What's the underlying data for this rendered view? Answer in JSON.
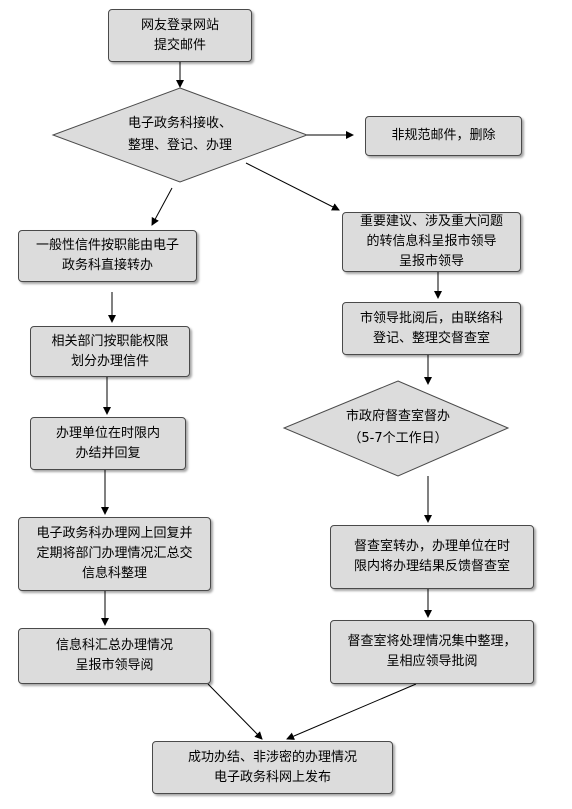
{
  "nodes": {
    "start": [
      "网友登录网站",
      "提交邮件"
    ],
    "receive": [
      "电子政务科接收、",
      "整理、登记、办理"
    ],
    "reject": [
      "非规范邮件，删除"
    ],
    "general": [
      "一般性信件按职能由电子",
      "政务科直接转办"
    ],
    "important": [
      "重要建议、涉及重大问题",
      "的转信息科呈报市领导",
      "呈报市领导"
    ],
    "depts": [
      "相关部门按职能权限",
      "划分办理信件"
    ],
    "leader_review": [
      "市领导批阅后，由联络科",
      "登记、整理交督查室"
    ],
    "units_reply": [
      "办理单位在时限内",
      "办结并回复"
    ],
    "supervise": [
      "市政府督查室督办",
      "（5-7个工作日）"
    ],
    "online_reply": [
      "电子政务科办理网上回复并",
      "定期将部门办理情况汇总交",
      "信息科整理"
    ],
    "transfer": [
      "督查室转办，办理单位在时",
      "限内将办理结果反馈督查室"
    ],
    "summary": [
      "信息科汇总办理情况",
      "呈报市领导阅"
    ],
    "collect": [
      "督查室将处理情况集中整理，",
      "呈相应领导批阅"
    ],
    "publish": [
      "成功办结、非涉密的办理情况",
      "电子政务科网上发布"
    ]
  }
}
